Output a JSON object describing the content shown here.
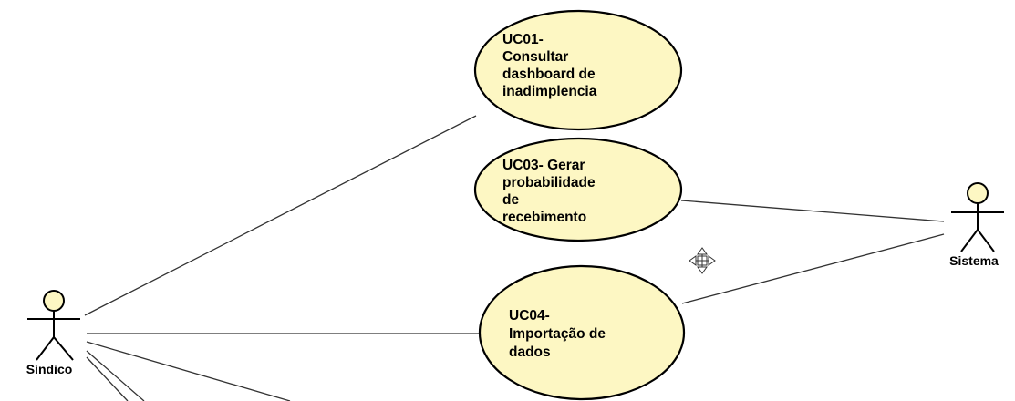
{
  "diagram": {
    "type": "use-case",
    "actors": [
      {
        "id": "sindico",
        "name": "Síndico"
      },
      {
        "id": "sistema",
        "name": "Sistema"
      }
    ],
    "use_cases": [
      {
        "id": "uc01",
        "lines": [
          "UC01-",
          "Consultar",
          "dashboard de",
          "inadimplencia"
        ]
      },
      {
        "id": "uc03",
        "lines": [
          "UC03- Gerar",
          "probabilidade",
          "de",
          "recebimento"
        ]
      },
      {
        "id": "uc04",
        "lines": [
          "UC04-",
          "Importação de",
          "dados"
        ]
      }
    ],
    "associations": [
      {
        "from": "sindico",
        "to": "uc01"
      },
      {
        "from": "sindico",
        "to": "uc04"
      },
      {
        "from": "sistema",
        "to": "uc03"
      },
      {
        "from": "sistema",
        "to": "uc04"
      }
    ],
    "colors": {
      "use_case_fill": "#fdf7c3",
      "actor_head_fill": "#fdf7c3",
      "stroke": "#000000",
      "association_line": "#333333"
    },
    "icons": [
      "move-cursor-icon"
    ]
  }
}
